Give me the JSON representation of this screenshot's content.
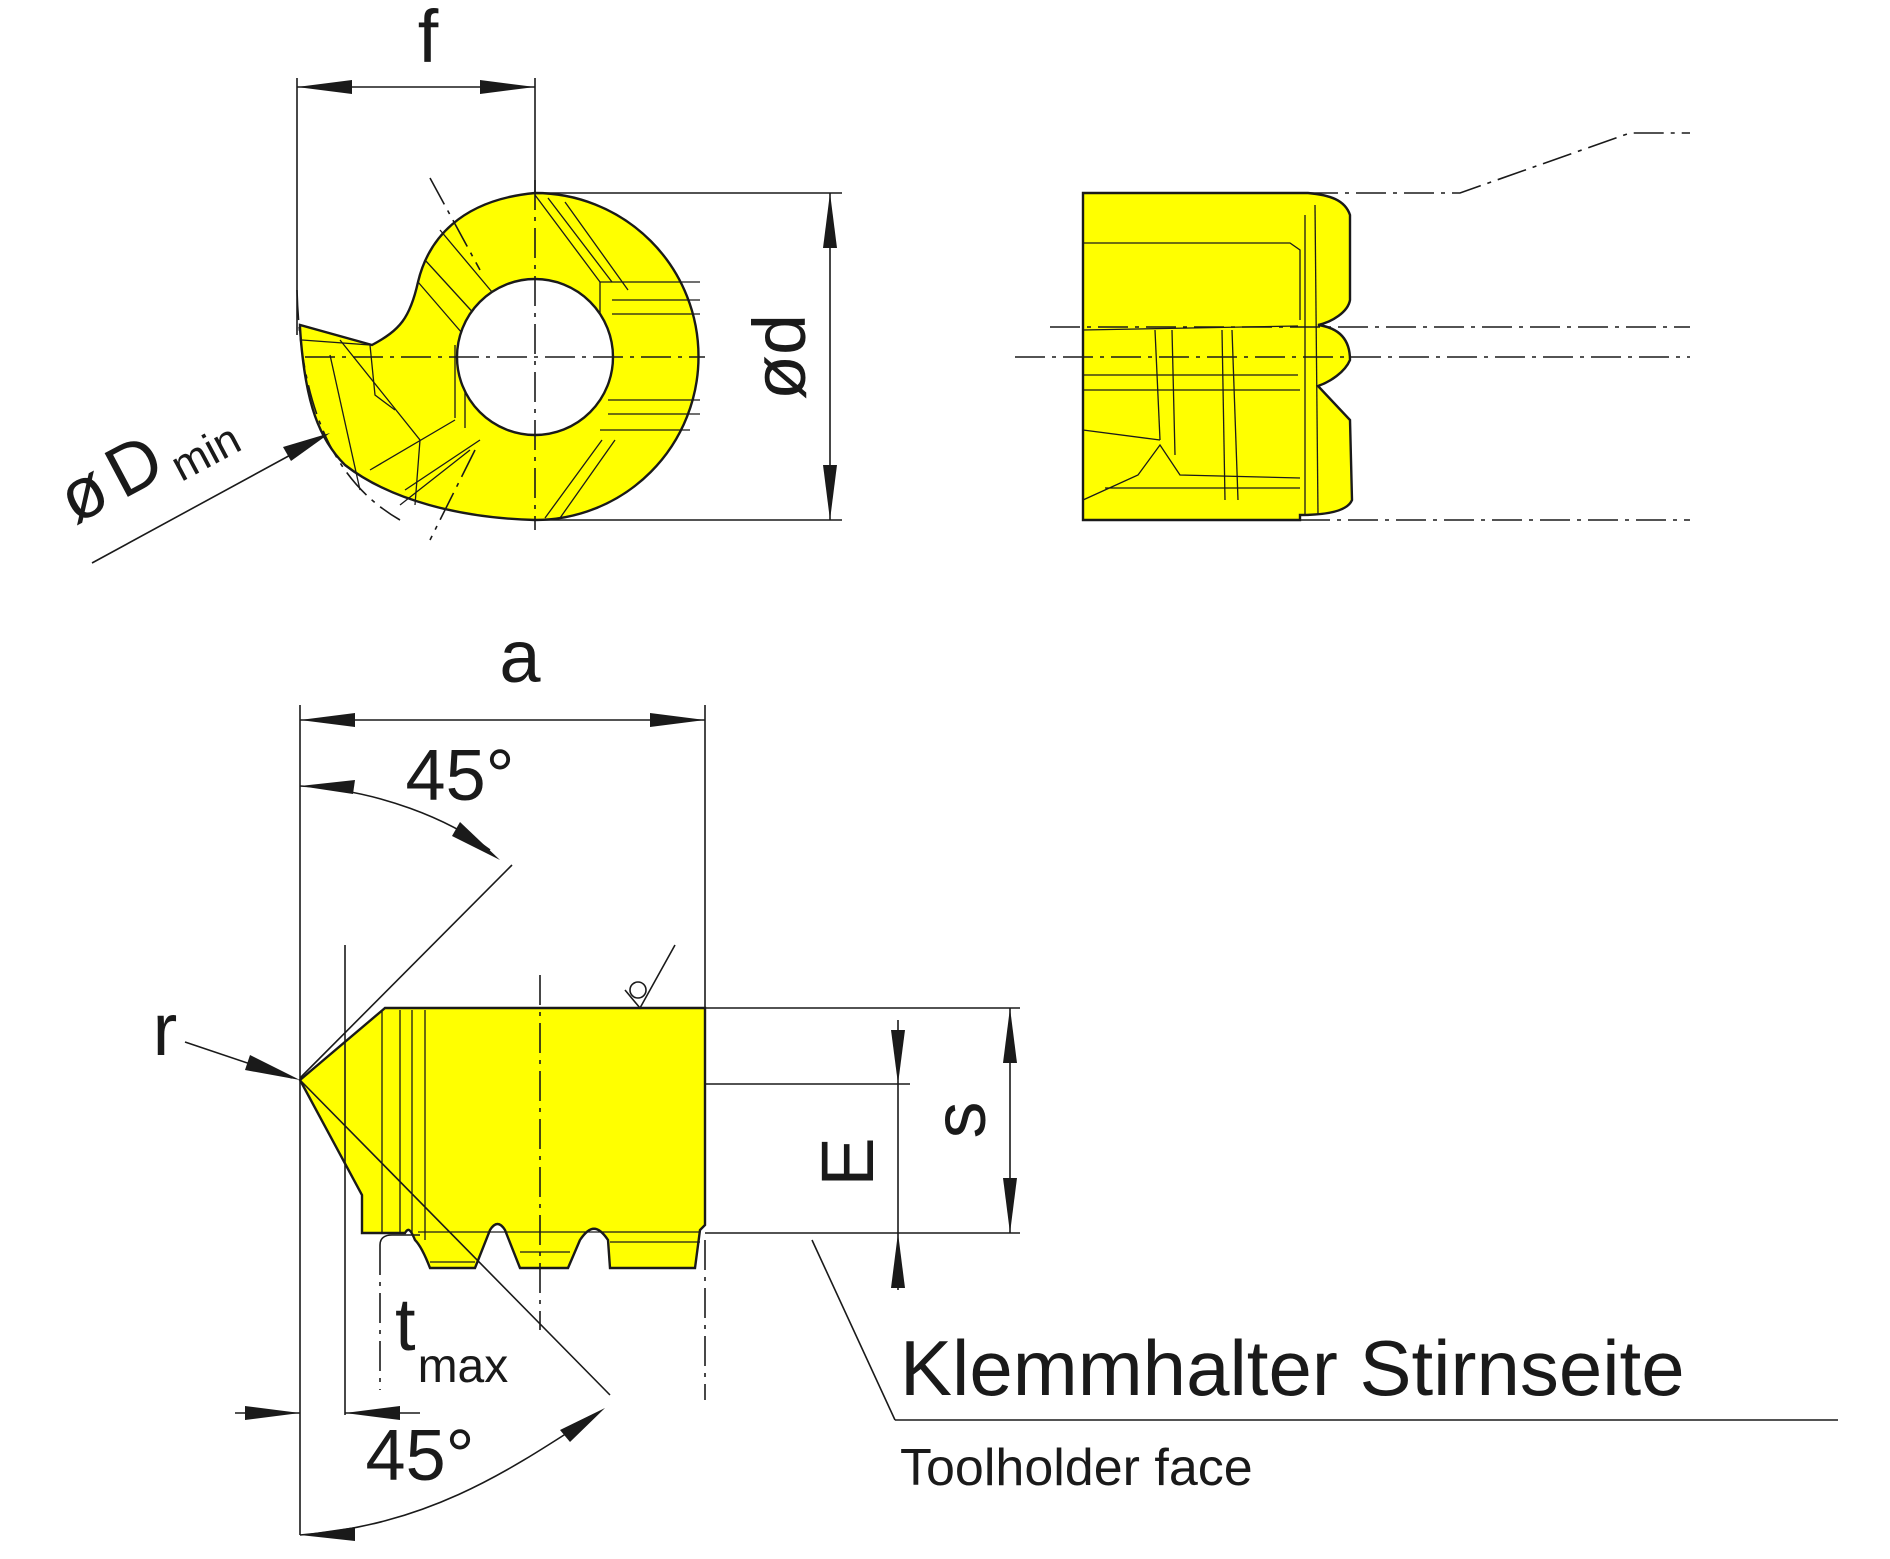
{
  "colors": {
    "insert": "#ffff00",
    "line": "#1a1a1a",
    "background": "#ffffff"
  },
  "front_view": {
    "dim_f": "f",
    "dim_d": "ød",
    "dmin_prefix": "ø",
    "dmin_main": "D",
    "dmin_sub": "min"
  },
  "plan_view": {
    "dim_a": "a",
    "angle_top": "45°",
    "angle_bottom": "45°",
    "radius": "r",
    "tmax_main": "t",
    "tmax_sub": "max",
    "dim_E": "E",
    "dim_s": "s"
  },
  "callout": {
    "label_de": "Klemmhalter Stirnseite",
    "label_en": "Toolholder face"
  }
}
